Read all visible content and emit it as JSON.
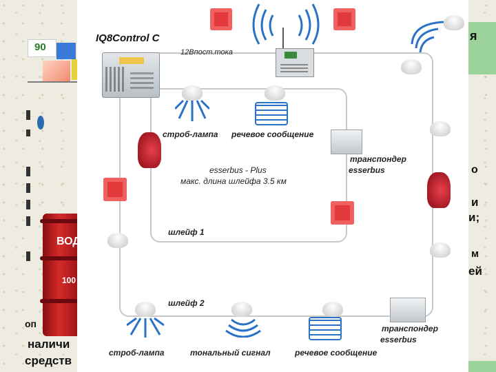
{
  "background_slide": {
    "badge": "90",
    "sign_text": "ВОД",
    "sign_number": "100",
    "left_fragments": [
      "оп",
      "наличи",
      "средств"
    ],
    "right_fragments": [
      "я",
      "о",
      "и",
      "и;",
      "м",
      "ей"
    ]
  },
  "diagram": {
    "panel_label": "IQ8Control C",
    "power_label": "12Впост.тока",
    "loop_outer": {
      "label_line1": "esserbus - Plus",
      "label_line2": "макс. длина шлейфа 3.5 км"
    },
    "loop1_label": "шлейф 1",
    "loop2_label": "шлейф 2",
    "top_strobe_label": "строб-лампа",
    "top_voice_label": "речевое сообщение",
    "transponder1_line1": "транспондер",
    "transponder1_line2": "esserbus",
    "transponder2_line1": "транспондер",
    "transponder2_line2": "esserbus",
    "bottom_strobe_label": "строб-лампа",
    "bottom_tone_label": "тональный сигнал",
    "bottom_voice_label": "речевое сообщение"
  },
  "colors": {
    "call_point_red": "#e23a3a",
    "sounder_red": "#c8102e",
    "panel_grey": "#cdd3d8",
    "loop_line": "#c9c9c9",
    "green_block": "#9bd39a"
  }
}
